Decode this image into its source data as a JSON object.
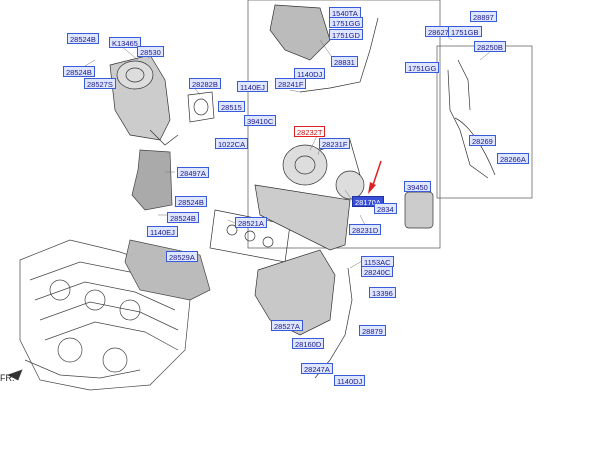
{
  "diagram": {
    "front_marker": "FR.",
    "labels": {
      "p28524B_a": "28524B",
      "pK13465": "K13465",
      "p28530": "28530",
      "p28524B_b": "28524B",
      "p28527S": "28527S",
      "p28282B": "28282B",
      "p1140EJ_a": "1140EJ",
      "p28515": "28515",
      "p39410C": "39410C",
      "p1022CA": "1022CA",
      "p28497A": "28497A",
      "p28524B_c": "28524B",
      "p28524B_d": "28524B",
      "p1140EJ_b": "1140EJ",
      "p28529A": "28529A",
      "p28521A": "28521A",
      "p1540TA": "1540TA",
      "p1751GG_a": "1751GG",
      "p1751GD": "1751GD",
      "p1140DJ_a": "1140DJ",
      "p28241F": "28241F",
      "p28831": "28831",
      "p28232T": "28232T",
      "p28231F": "28231F",
      "p28231D": "28231D",
      "p2834": "2834",
      "p39450": "39450",
      "p1153AC": "1153AC",
      "p28240C": "28240C",
      "p13396": "13396",
      "p28527A": "28527A",
      "p28160D": "28160D",
      "p28879": "28879",
      "p28247A": "28247A",
      "p1140DJ_b": "1140DJ",
      "p28897": "28897",
      "p28627": "28627",
      "p1751GB": "1751GB",
      "p28250B": "28250B",
      "p1751GG_b": "1751GG",
      "p28269": "28269",
      "p28266A": "28266A",
      "p28170A": "28170A"
    }
  }
}
